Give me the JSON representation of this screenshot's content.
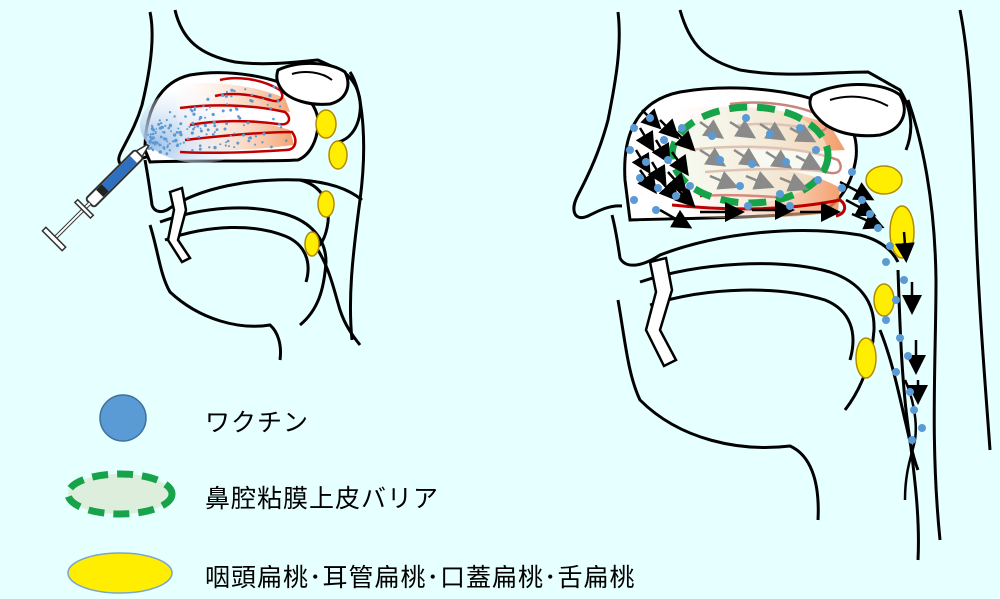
{
  "legend": {
    "vaccine_label": "ワクチン",
    "barrier_label": "鼻腔粘膜上皮バリア",
    "tonsil_label": "咽頭扁桃･耳管扁桃･口蓋扁桃･舌扁桃"
  },
  "colors": {
    "background": "#e6ffff",
    "vaccine_dot": "#5b9bd5",
    "barrier_dash": "#16a34a",
    "tonsil_fill": "#ffee00",
    "mucosa_line": "#c00000"
  }
}
